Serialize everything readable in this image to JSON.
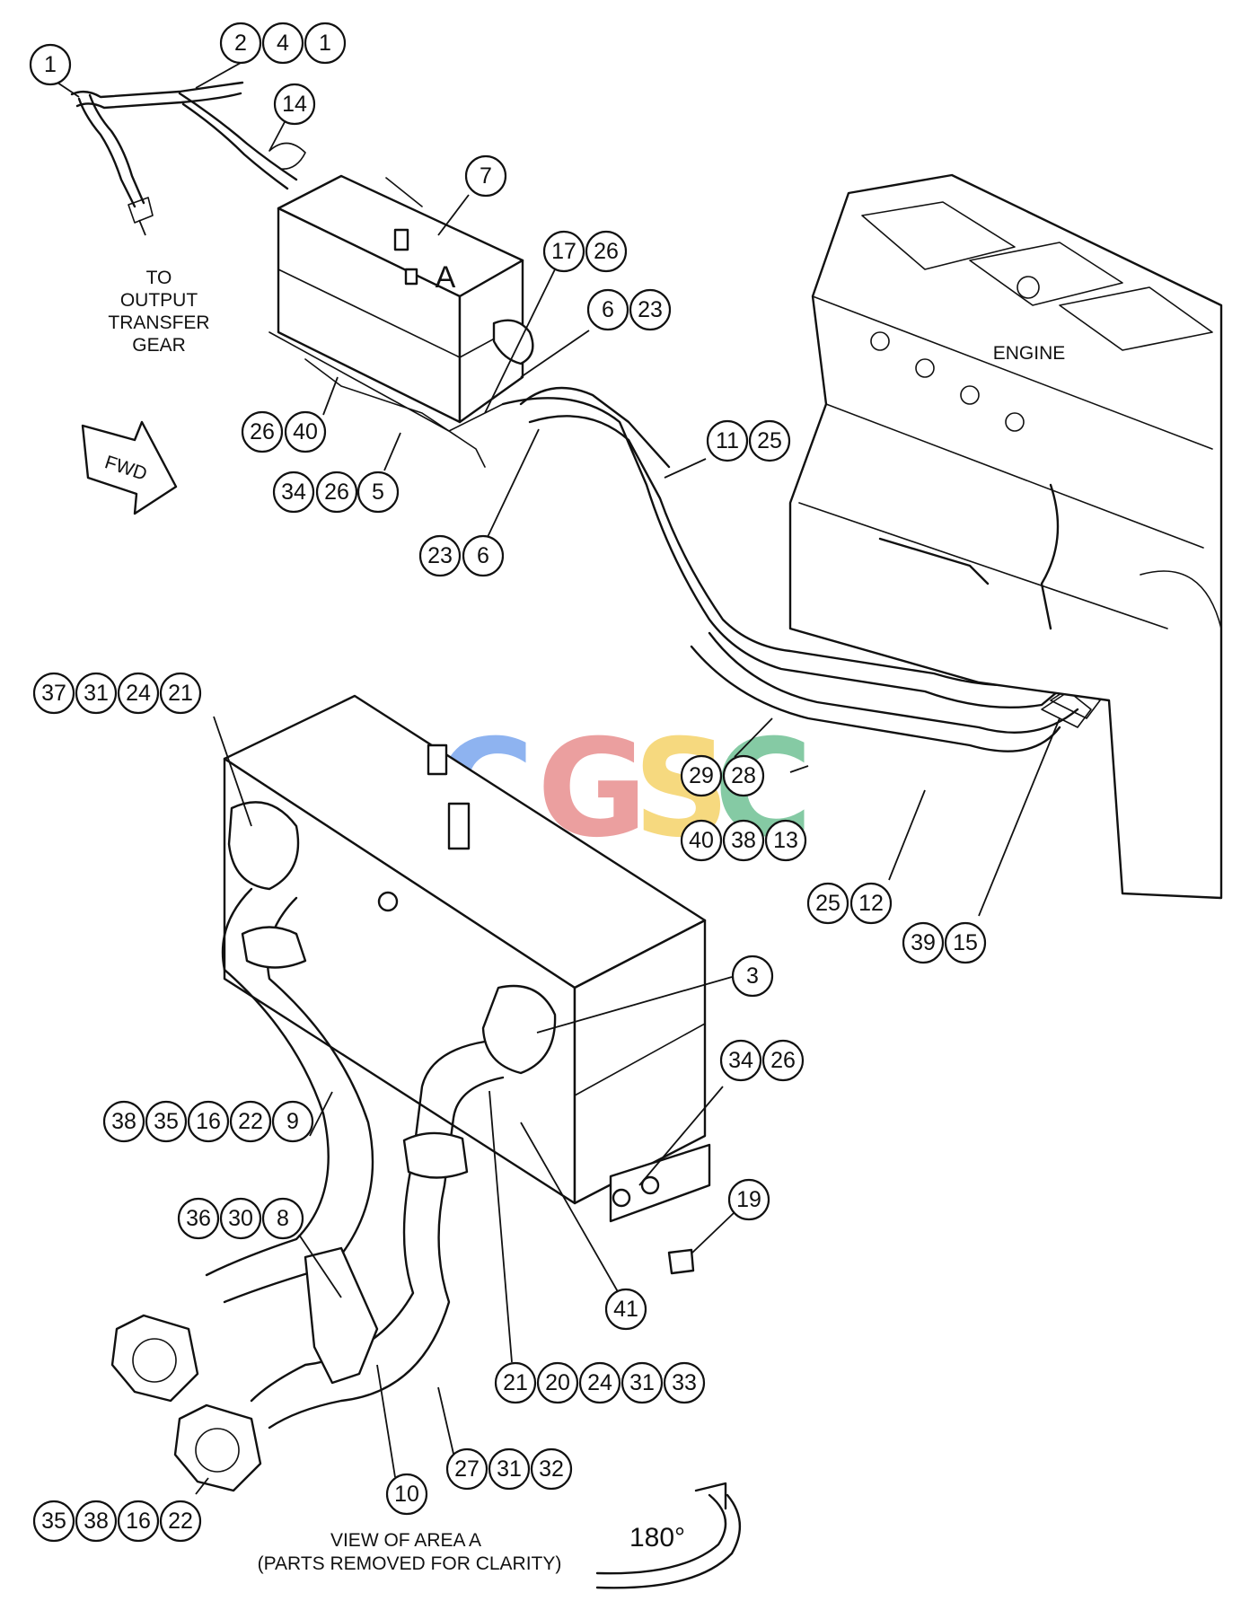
{
  "labels": {
    "to_output_line1": "TO",
    "to_output_line2": "OUTPUT",
    "to_output_line3": "TRANSFER",
    "to_output_line4": "GEAR",
    "fwd": "FWD",
    "area_letter": "A",
    "engine": "ENGINE",
    "view_line1": "VIEW OF AREA A",
    "view_line2": "(PARTS REMOVED FOR CLARITY)",
    "rotation": "180°"
  },
  "watermark": {
    "letters": [
      "C",
      "G",
      "S",
      "C"
    ],
    "colors": [
      "#4a86e8",
      "#e06666",
      "#f1c232",
      "#3caa6e"
    ]
  },
  "callouts": [
    {
      "id": "c-1",
      "nums": [
        "1"
      ]
    },
    {
      "id": "c-2-4-1",
      "nums": [
        "2",
        "4",
        "1"
      ]
    },
    {
      "id": "c-14",
      "nums": [
        "14"
      ]
    },
    {
      "id": "c-7",
      "nums": [
        "7"
      ]
    },
    {
      "id": "c-17-26",
      "nums": [
        "17",
        "26"
      ]
    },
    {
      "id": "c-6-23",
      "nums": [
        "6",
        "23"
      ]
    },
    {
      "id": "c-26-40",
      "nums": [
        "26",
        "40"
      ]
    },
    {
      "id": "c-34-26-5",
      "nums": [
        "34",
        "26",
        "5"
      ]
    },
    {
      "id": "c-23-6",
      "nums": [
        "23",
        "6"
      ]
    },
    {
      "id": "c-11-25",
      "nums": [
        "11",
        "25"
      ]
    },
    {
      "id": "c-37-31-24-21",
      "nums": [
        "37",
        "31",
        "24",
        "21"
      ]
    },
    {
      "id": "c-29-28",
      "nums": [
        "29",
        "28"
      ]
    },
    {
      "id": "c-40-38-13",
      "nums": [
        "40",
        "38",
        "13"
      ]
    },
    {
      "id": "c-25-12",
      "nums": [
        "25",
        "12"
      ]
    },
    {
      "id": "c-39-15",
      "nums": [
        "39",
        "15"
      ]
    },
    {
      "id": "c-3",
      "nums": [
        "3"
      ]
    },
    {
      "id": "c-34-26-b",
      "nums": [
        "34",
        "26"
      ]
    },
    {
      "id": "c-38-35-16-22-9",
      "nums": [
        "38",
        "35",
        "16",
        "22",
        "9"
      ]
    },
    {
      "id": "c-19",
      "nums": [
        "19"
      ]
    },
    {
      "id": "c-36-30-8",
      "nums": [
        "36",
        "30",
        "8"
      ]
    },
    {
      "id": "c-41",
      "nums": [
        "41"
      ]
    },
    {
      "id": "c-21-20-24-31-33",
      "nums": [
        "21",
        "20",
        "24",
        "31",
        "33"
      ]
    },
    {
      "id": "c-27-31-32",
      "nums": [
        "27",
        "31",
        "32"
      ]
    },
    {
      "id": "c-10",
      "nums": [
        "10"
      ]
    },
    {
      "id": "c-35-38-16-22",
      "nums": [
        "35",
        "38",
        "16",
        "22"
      ]
    }
  ]
}
